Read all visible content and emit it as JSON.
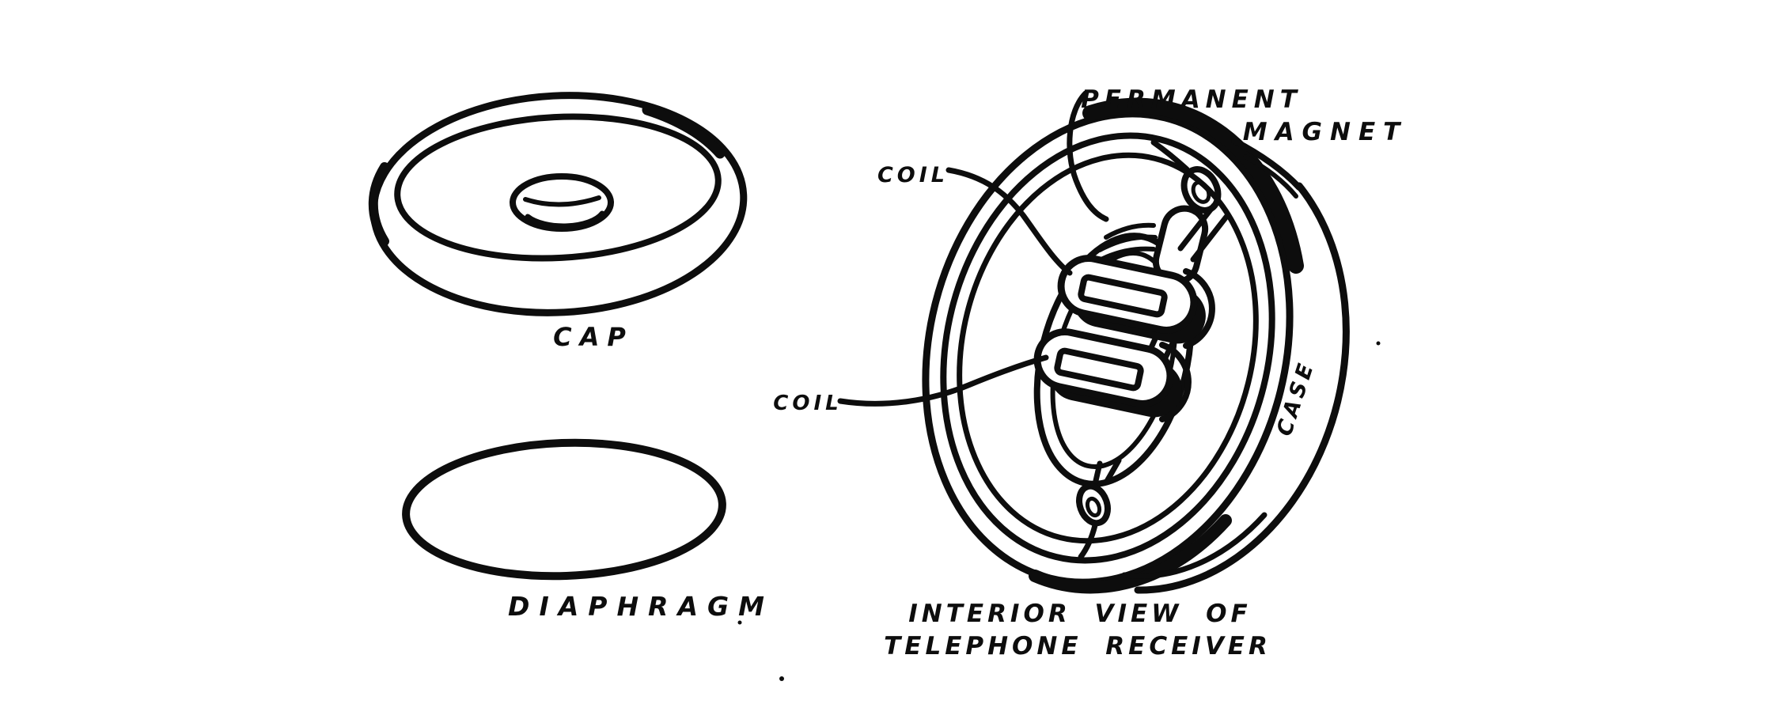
{
  "figure": {
    "type": "technical-line-drawing",
    "ink_color": "#0d0d0d",
    "background_color": "#ffffff",
    "labels": {
      "cap": "CAP",
      "diaphragm": "DIAPHRAGM",
      "coil_top": "COIL",
      "coil_bottom": "COIL",
      "permanent_magnet_line1": "PERMANENT",
      "permanent_magnet_line2": "MAGNET",
      "case": "CASE"
    },
    "caption": {
      "line1": "INTERIOR VIEW OF",
      "line2": "TELEPHONE RECEIVER"
    }
  }
}
